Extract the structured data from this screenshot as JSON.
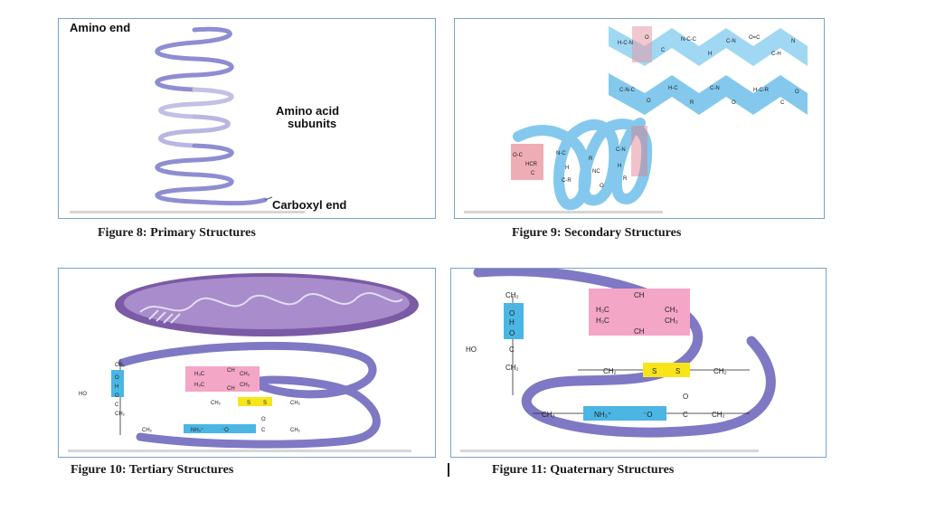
{
  "figure8": {
    "caption": "Figure 8: Primary Structures",
    "label_amino_end": "Amino end",
    "label_subunits_line1": "Amino acid",
    "label_subunits_line2": "subunits",
    "label_carboxyl_end": "Carboxyl end"
  },
  "figure9": {
    "caption": "Figure 9: Secondary Structures"
  },
  "figure10": {
    "caption": "Figure 10: Tertiary Structures"
  },
  "figure11": {
    "caption": "Figure 11: Quaternary Structures",
    "chem": {
      "ch2_top": "CH₂",
      "o": "O",
      "h": "H",
      "ho": "HO",
      "c": "C",
      "ch2_mid": "CH₂",
      "ch": "CH",
      "h3c": "H₃C",
      "ch3": "CH₃",
      "s": "S",
      "nh3": "NH₃⁺",
      "o_minus": "⁻O",
      "o_top": "O",
      "ch2": "CH₂"
    }
  },
  "colors": {
    "ribbon": "#7f78c4",
    "pink": "#f4a6c6",
    "yellow": "#f7e51a",
    "cyan": "#4bb6e4",
    "frame": "#7aa3c8"
  }
}
